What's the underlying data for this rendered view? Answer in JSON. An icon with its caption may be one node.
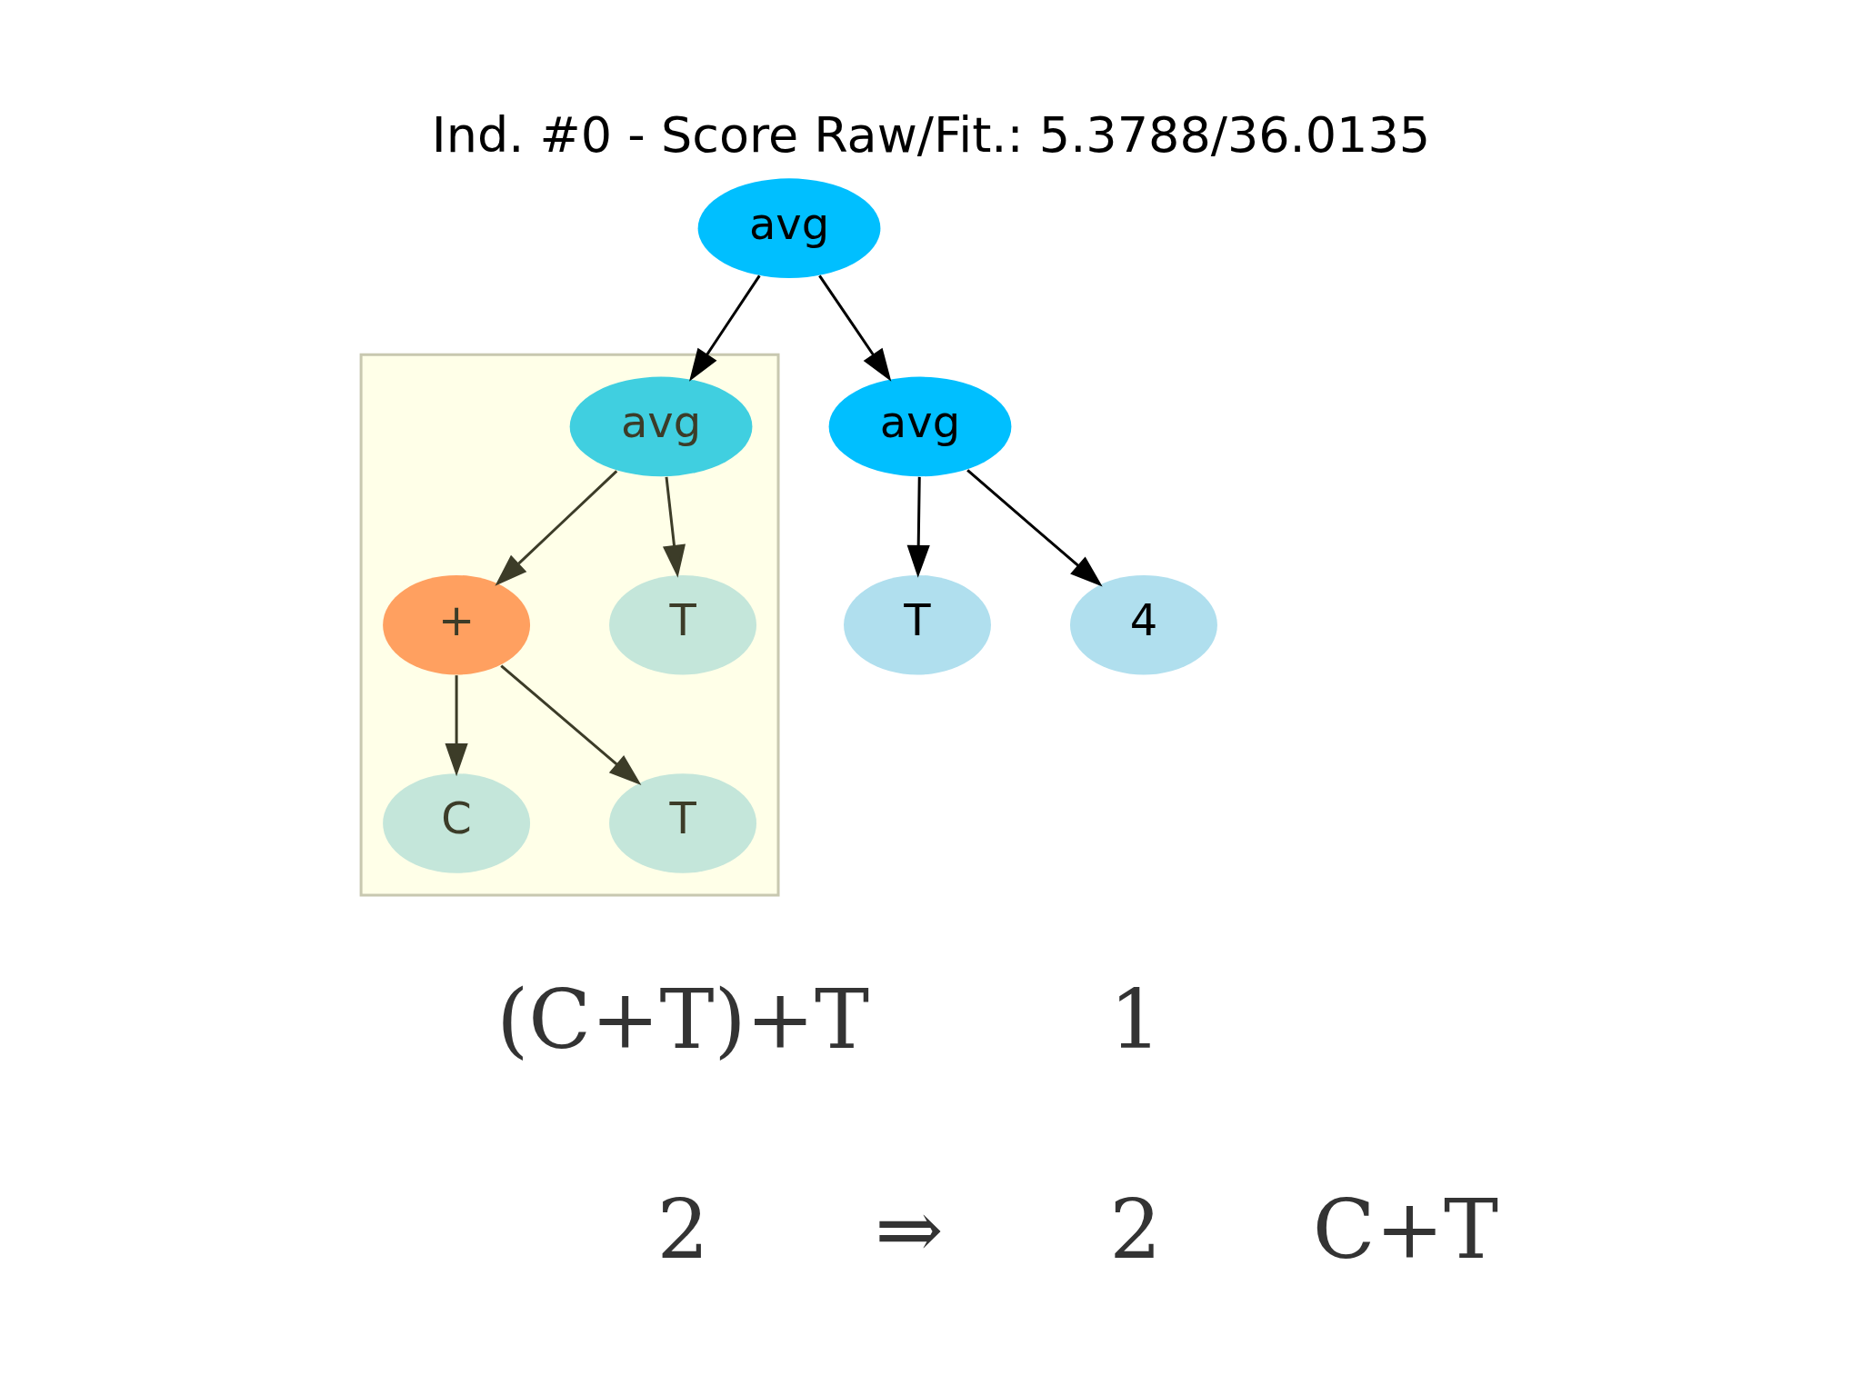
{
  "diagram": {
    "title": "Ind. #0 - Score Raw/Fit.: 5.3788/36.0135",
    "nodes": [
      {
        "text": [
          "avg"
        ]
      },
      {
        "text": [],
        "shape": "box"
      },
      {
        "text": [
          "avg"
        ],
        "in": 1
      },
      {
        "text": [
          "+"
        ],
        "in": 1
      },
      {
        "text": [
          "T"
        ],
        "in": 1
      },
      {
        "text": [
          "C"
        ],
        "in": 1
      },
      {
        "text": [
          "T"
        ],
        "in": 1
      },
      {
        "text": [
          "avg"
        ]
      },
      {
        "text": [
          "T"
        ]
      },
      {
        "text": [
          "4"
        ]
      }
    ],
    "edges": [
      {
        "from": 0,
        "to": 2,
        "arrow": "to"
      },
      {
        "from": 0,
        "to": 7,
        "arrow": "to"
      },
      {
        "from": 2,
        "to": 3,
        "arrow": "to",
        "color": "#3c3c28"
      },
      {
        "from": 2,
        "to": 4,
        "arrow": "to",
        "color": "#3c3c28"
      },
      {
        "from": 3,
        "to": 5,
        "arrow": "to",
        "color": "#3c3c28"
      },
      {
        "from": 3,
        "to": 6,
        "arrow": "to",
        "color": "#3c3c28"
      },
      {
        "from": 7,
        "to": 8,
        "arrow": "to"
      },
      {
        "from": 7,
        "to": 9,
        "arrow": "to"
      }
    ],
    "labels": [
      "(C+T)+T",
      "2",
      "⇒",
      "1",
      "2",
      "C+T"
    ]
  }
}
